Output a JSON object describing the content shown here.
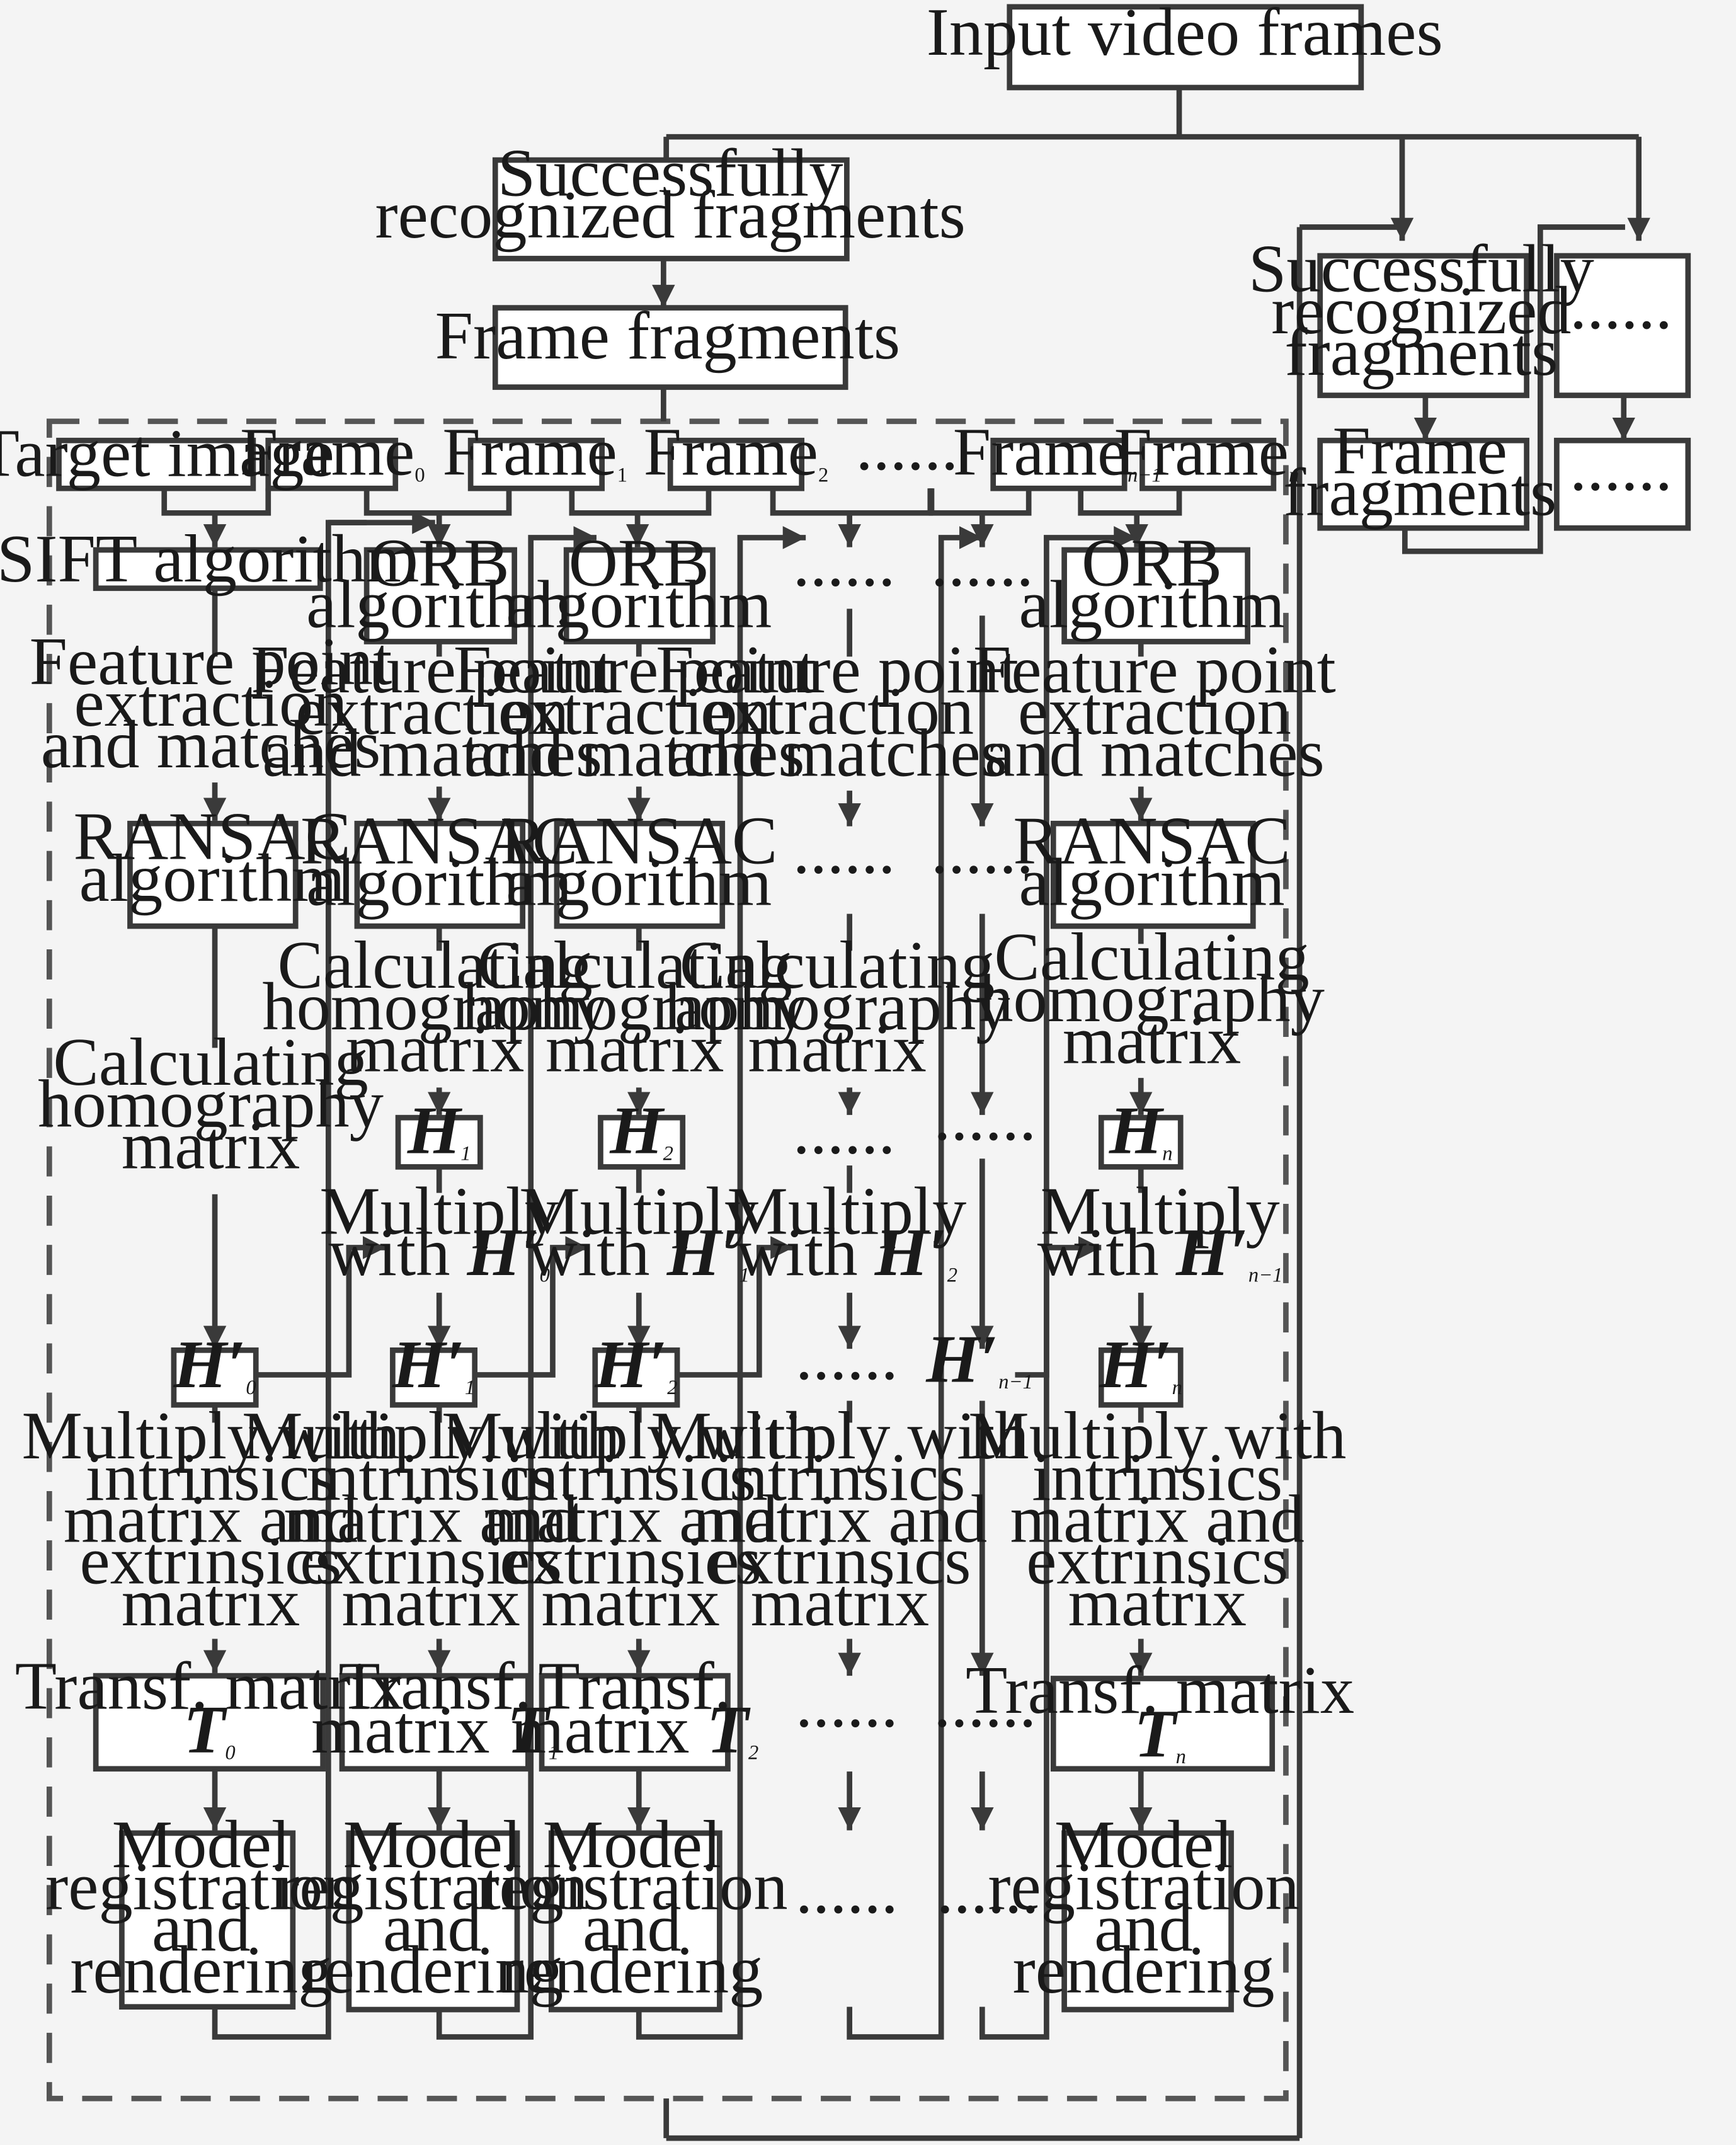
{
  "input": "Input video frames",
  "top_branch": {
    "recognized": [
      "Successfully",
      "recognized fragments"
    ],
    "fragments": "Frame fragments"
  },
  "right_branch": {
    "recognized": [
      "Successfully",
      "recognized",
      "fragments"
    ],
    "fragments": [
      "Frame",
      "fragments"
    ],
    "ellipsis": "......"
  },
  "inputs": {
    "target": "Target image",
    "frame": "Frame",
    "subscripts": [
      "0",
      "1",
      "2",
      "n−1",
      "n"
    ],
    "ellipsis": "......"
  },
  "algorithms": {
    "sift": "SIFT algorithm",
    "orb": [
      "ORB",
      "algorithm"
    ],
    "ransac": [
      "RANSAC",
      "algorithm"
    ]
  },
  "steps": {
    "feature": [
      "Feature point",
      "extraction",
      "and matches"
    ],
    "homography": [
      "Calculating",
      "homography",
      "matrix"
    ],
    "multiply_with": "Multiply",
    "with_word": "with",
    "multiply_intrinsics": [
      "Multiply with",
      "intrinsics",
      "matrix and",
      "extrinsics",
      "matrix"
    ],
    "transf_label": "Transf. matrix",
    "transf_split": [
      "Transf.",
      "matrix"
    ],
    "model": [
      "Model",
      "registration",
      "and",
      "rendering"
    ],
    "ellipsis": "......"
  },
  "symbols": {
    "H": "H",
    "H_prime": "H′",
    "T": "T",
    "sub": [
      "0",
      "1",
      "2",
      "n−1",
      "n"
    ]
  }
}
